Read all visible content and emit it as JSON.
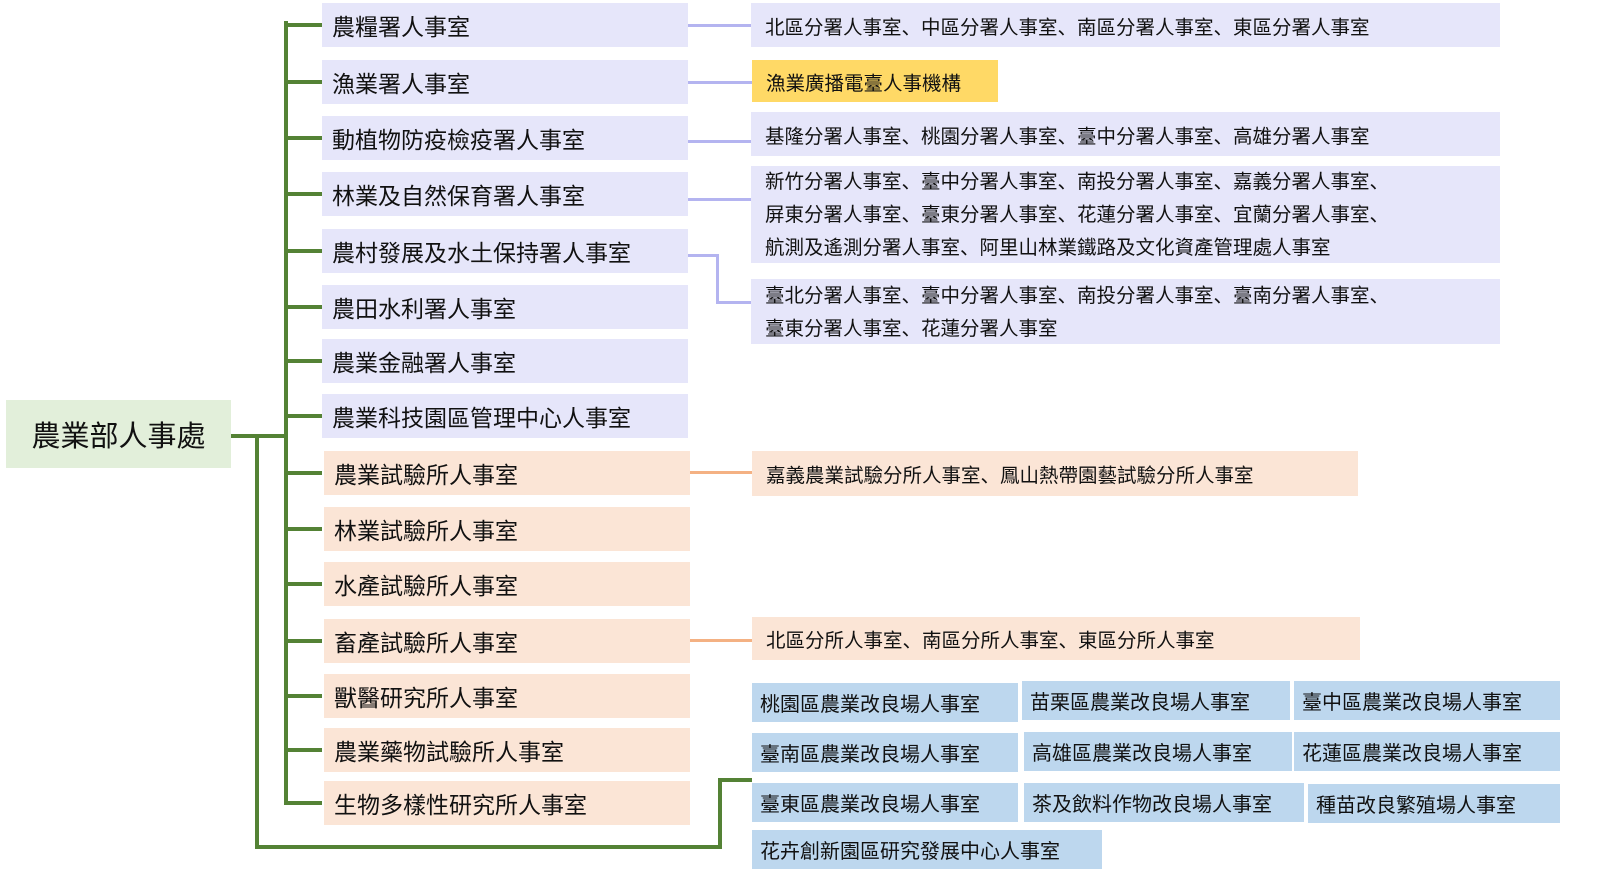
{
  "root": "農業部人事處",
  "units": [
    "農糧署人事室",
    "漁業署人事室",
    "動植物防疫檢疫署人事室",
    "林業及自然保育署人事室",
    "農村發展及水土保持署人事室",
    "農田水利署人事室",
    "農業金融署人事室",
    "農業科技園區管理中心人事室",
    "農業試驗所人事室",
    "林業試驗所人事室",
    "水產試驗所人事室",
    "畜產試驗所人事室",
    "獸醫研究所人事室",
    "農業藥物試驗所人事室",
    "生物多樣性研究所人事室"
  ],
  "subunits": {
    "agri_food": "北區分署人事室、中區分署人事室、南區分署人事室、東區分署人事室",
    "fisheries": "漁業廣播電臺人事機構",
    "quarantine": "基隆分署人事室、桃園分署人事室、臺中分署人事室、高雄分署人事室",
    "forestry": [
      "新竹分署人事室、臺中分署人事室、南投分署人事室、嘉義分署人事室、",
      "屏東分署人事室、臺東分署人事室、花蓮分署人事室、宜蘭分署人事室、",
      "航測及遙測分署人事室、阿里山林業鐵路及文化資產管理處人事室"
    ],
    "rural": [
      "臺北分署人事室、臺中分署人事室、南投分署人事室、臺南分署人事室、",
      "臺東分署人事室、花蓮分署人事室"
    ],
    "agri_research": "嘉義農業試驗分所人事室、鳳山熱帶園藝試驗分所人事室",
    "livestock": "北區分所人事室、南區分所人事室、東區分所人事室",
    "improvement_stations": [
      "桃園區農業改良場人事室",
      "苗栗區農業改良場人事室",
      "臺中區農業改良場人事室",
      "臺南區農業改良場人事室",
      "高雄區農業改良場人事室",
      "花蓮區農業改良場人事室",
      "臺東區農業改良場人事室",
      "茶及飲料作物改良場人事室",
      "種苗改良繁殖場人事室",
      "花卉創新園區研究發展中心人事室"
    ]
  },
  "colors": {
    "trunk": "#548235",
    "purple": "#e6e6fa",
    "orange": "#fbe5d6",
    "blue": "#bdd7ee",
    "highlight": "#ffd966",
    "root": "#e2efda"
  }
}
